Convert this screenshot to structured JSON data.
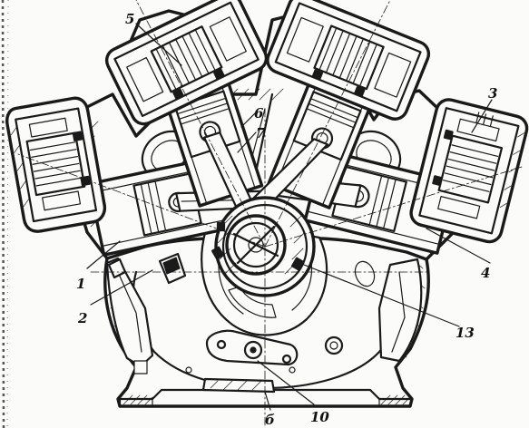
{
  "figure": {
    "callouts": [
      {
        "id": "c1",
        "label": "1"
      },
      {
        "id": "c2",
        "label": "2"
      },
      {
        "id": "c3",
        "label": "3"
      },
      {
        "id": "c4",
        "label": "4"
      },
      {
        "id": "c5",
        "label": "5"
      },
      {
        "id": "c6",
        "label": "6"
      },
      {
        "id": "c7",
        "label": "7"
      },
      {
        "id": "c10",
        "label": "10"
      },
      {
        "id": "c13",
        "label": "13"
      },
      {
        "id": "cb",
        "label": "б"
      }
    ],
    "colors": {
      "ink": "#1a1a1a",
      "paper": "#fbfbf9",
      "edge": "#555555"
    }
  }
}
